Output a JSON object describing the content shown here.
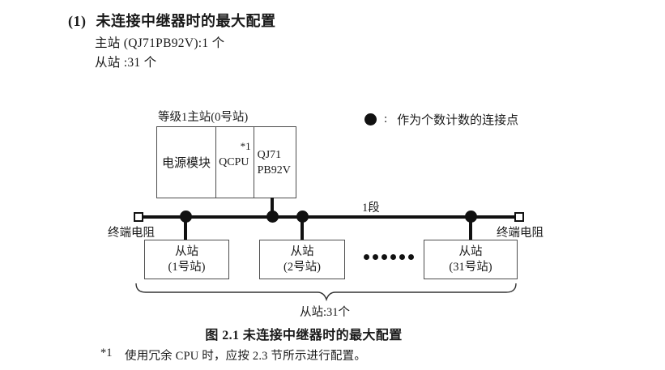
{
  "header": {
    "number": "(1)",
    "title": "未连接中继器时的最大配置",
    "master_line": "主站 (QJ71PB92V):1 个",
    "slave_line": "从站 :31 个"
  },
  "diagram": {
    "master_station": {
      "label": "等级1主站(0号站)",
      "power_module": "电源模块",
      "cpu": "QCPU",
      "cpu_note": "*1",
      "interface_line1": "QJ71",
      "interface_line2": "PB92V"
    },
    "legend": {
      "colon": ":",
      "text": "作为个数计数的连接点"
    },
    "segment_label": "1段",
    "terminator_left": "终端电阻",
    "terminator_right": "终端电阻",
    "slaves": [
      {
        "line1": "从站",
        "line2": "(1号站)"
      },
      {
        "line1": "从站",
        "line2": "(2号站)"
      },
      {
        "line1": "从站",
        "line2": "(31号站)"
      }
    ],
    "brace_label": "从站:31个"
  },
  "caption": "图 2.1 未连接中继器时的最大配置",
  "footnote": {
    "marker": "*1",
    "text": "使用冗余 CPU 时，应按 2.3 节所示进行配置。"
  },
  "colors": {
    "line_black": "#111111",
    "box_border": "#4d4d4d",
    "text": "#1a1a1a"
  }
}
